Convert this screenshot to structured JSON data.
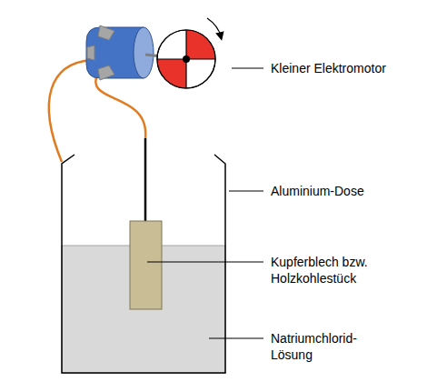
{
  "diagram": {
    "labels": [
      "Kleiner Elektromotor",
      "Aluminium-Dose",
      "Kupferblech bzw. Holzkohlestück",
      "Natriumchlorid-Lösung"
    ]
  }
}
